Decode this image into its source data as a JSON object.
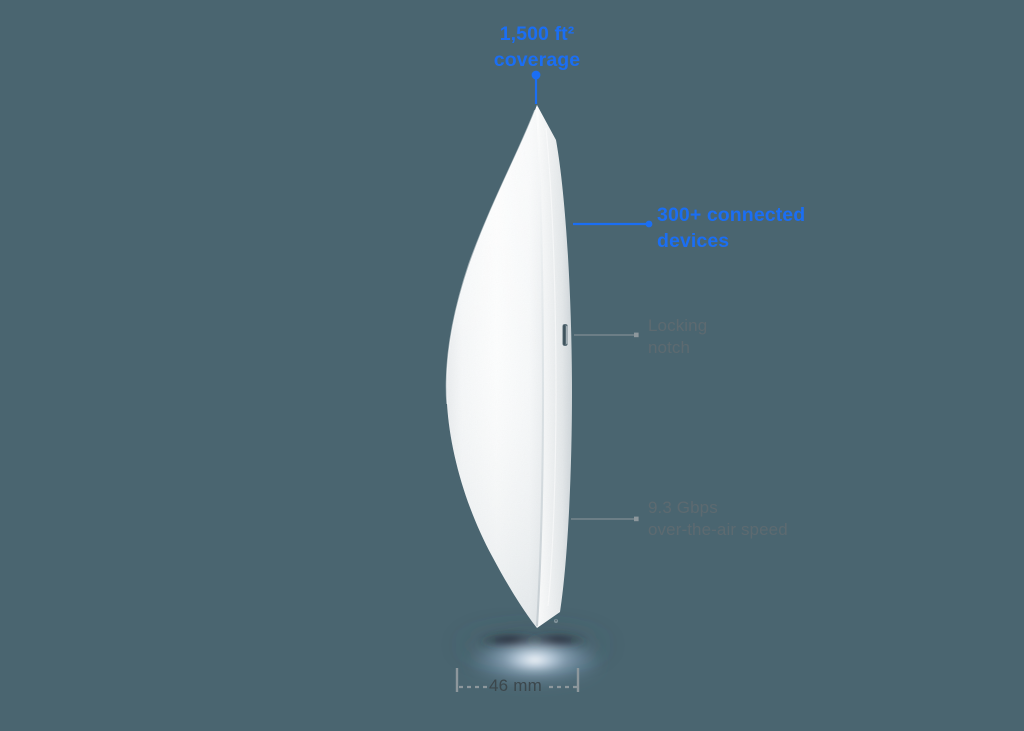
{
  "scene": {
    "background_color": "#4a6570",
    "accent_color": "#1b6ef3",
    "muted_color": "#5d6a70",
    "device_color": "#ffffff"
  },
  "callouts": [
    {
      "id": "coverage",
      "text": "1,500 ft²\ncoverage",
      "style": "accent",
      "leader": "vertical-line-with-dot"
    },
    {
      "id": "devices",
      "text": "300+ connected\ndevices",
      "style": "accent",
      "leader": "horizontal-line-with-dot"
    },
    {
      "id": "notch",
      "text": "Locking\nnotch",
      "style": "muted",
      "leader": "horizontal-thin-line-with-dot"
    },
    {
      "id": "speed",
      "text": "9.3 Gbps\nover-the-air speed",
      "style": "muted",
      "leader": "horizontal-thin-line-with-dot"
    }
  ],
  "dimension": {
    "label": "46 mm",
    "axis": "width"
  }
}
